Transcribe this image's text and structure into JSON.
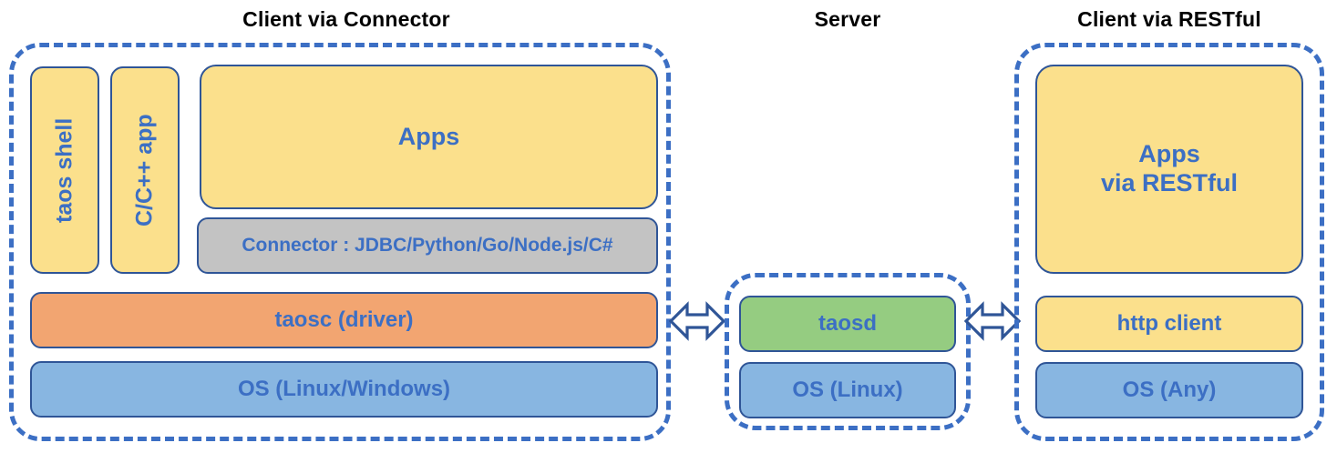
{
  "diagram": {
    "title_left": "Client via Connector",
    "title_middle": "Server",
    "title_right": "Client via RESTful",
    "colors": {
      "dashed_border": "#3C6FC4",
      "box_border": "#2F5597",
      "text": "#3C6FC4",
      "yellow": "#FBE08C",
      "orange": "#F2A571",
      "blue": "#88B6E1",
      "green": "#95CC81",
      "gray": "#C3C3C3",
      "heading": "#000000",
      "background": "#FFFFFF"
    },
    "left_group": {
      "taos_shell": "taos shell",
      "c_cpp_app": "C/C++ app",
      "apps": "Apps",
      "connector": "Connector : JDBC/Python/Go/Node.js/C#",
      "taosc": "taosc (driver)",
      "os": "OS (Linux/Windows)"
    },
    "middle_group": {
      "taosd": "taosd",
      "os": "OS (Linux)"
    },
    "right_group": {
      "apps_line1": "Apps",
      "apps_line2": "via RESTful",
      "http_client": "http client",
      "os": "OS (Any)"
    },
    "arrows": {
      "left_arrow_name": "double-headed-arrow",
      "right_arrow_name": "double-headed-arrow"
    }
  }
}
